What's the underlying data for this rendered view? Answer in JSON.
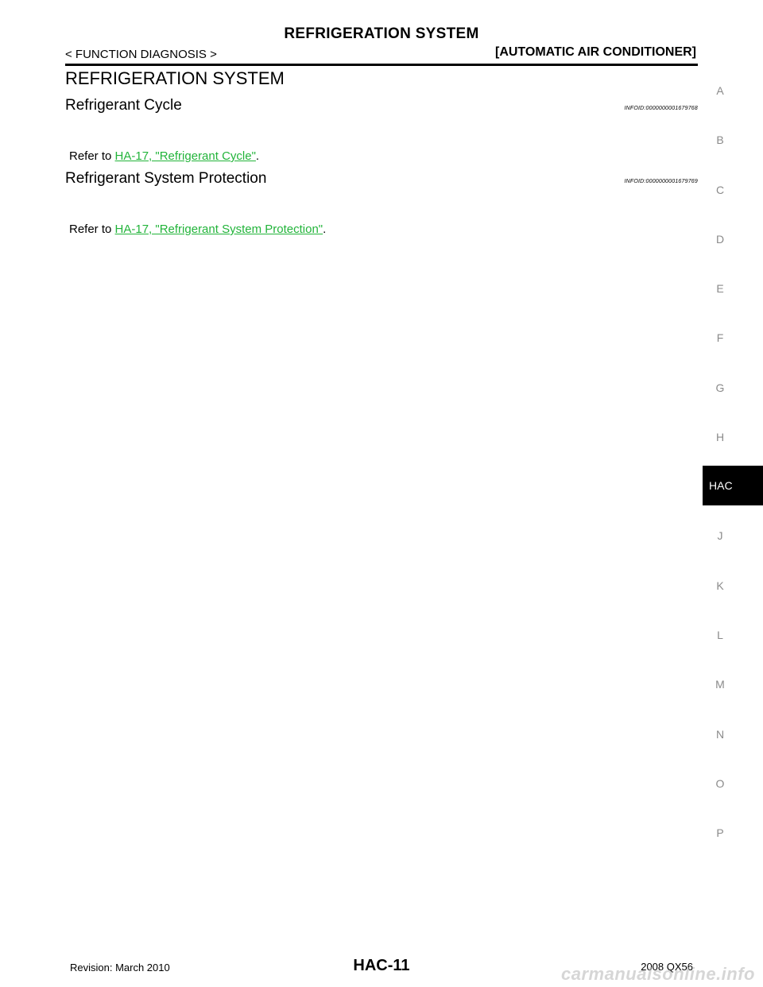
{
  "header": {
    "page_title": "REFRIGERATION SYSTEM",
    "breadcrumb_left": "< FUNCTION DIAGNOSIS >",
    "breadcrumb_right": "[AUTOMATIC AIR CONDITIONER]"
  },
  "main": {
    "section_title": "REFRIGERATION SYSTEM",
    "subsections": [
      {
        "title": "Refrigerant Cycle",
        "infoid": "INFOID:0000000001679768",
        "ref_prefix": "Refer to ",
        "ref_link": "HA-17, \"Refrigerant Cycle\"",
        "ref_suffix": "."
      },
      {
        "title": "Refrigerant System Protection",
        "infoid": "INFOID:0000000001679769",
        "ref_prefix": "Refer to ",
        "ref_link": "HA-17, \"Refrigerant System Protection\"",
        "ref_suffix": "."
      }
    ]
  },
  "side_index": {
    "items": [
      "A",
      "B",
      "C",
      "D",
      "E",
      "F",
      "G",
      "H",
      "HAC",
      "J",
      "K",
      "L",
      "M",
      "N",
      "O",
      "P"
    ],
    "active": "HAC"
  },
  "footer": {
    "revision": "Revision: March 2010",
    "page_number": "HAC-11",
    "model": "2008 QX56",
    "watermark": "carmanualsonline.info"
  },
  "colors": {
    "link": "#22b43a",
    "side_index_text": "#8a8a8a",
    "active_tab_bg": "#000000"
  }
}
